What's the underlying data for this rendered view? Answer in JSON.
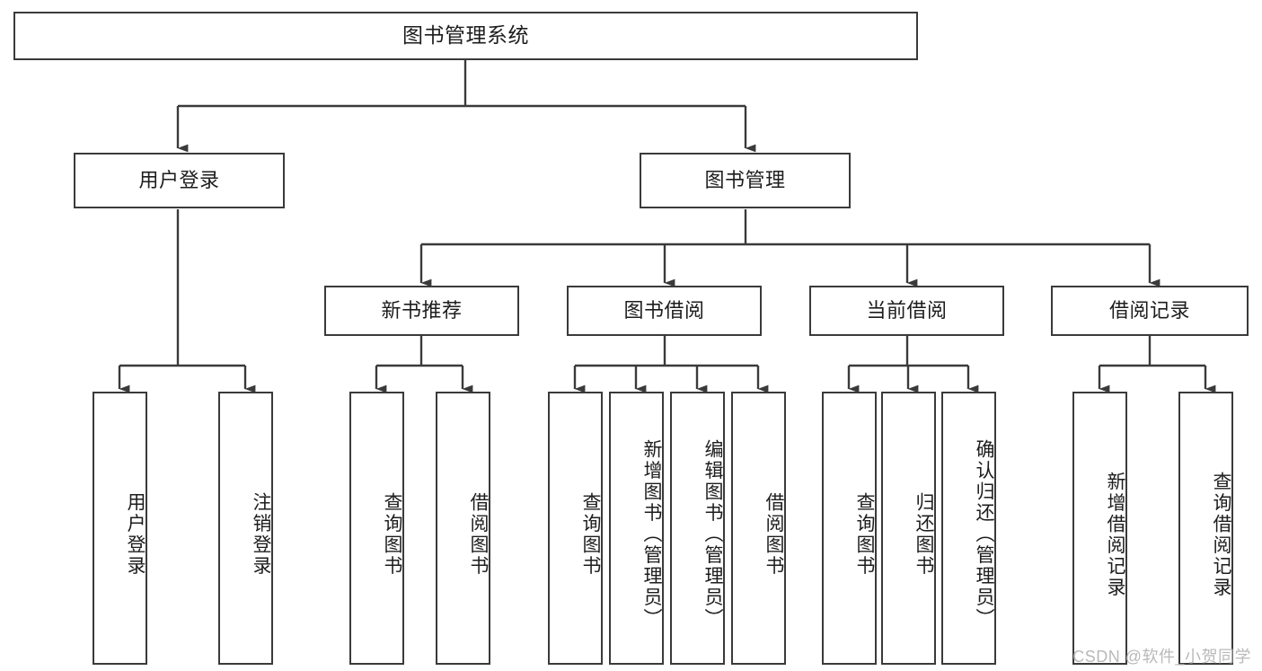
{
  "diagram": {
    "title": "图书管理系统",
    "type": "tree-hierarchy",
    "orientation": "top-down",
    "colors": {
      "stroke": "#3a3a3a",
      "fill": "#ffffff",
      "text": "#1d1d1d",
      "watermark": "#b9b9b9"
    },
    "root": {
      "label": "图书管理系统"
    },
    "level2": [
      {
        "label": "用户登录"
      },
      {
        "label": "图书管理"
      }
    ],
    "level3": [
      {
        "label": "新书推荐"
      },
      {
        "label": "图书借阅"
      },
      {
        "label": "当前借阅"
      },
      {
        "label": "借阅记录"
      }
    ],
    "leaves": {
      "user_login": [
        {
          "label": "用户登录"
        },
        {
          "label": "注销登录"
        }
      ],
      "new_book_recommend": [
        {
          "label": "查询图书"
        },
        {
          "label": "借阅图书"
        }
      ],
      "book_borrow": [
        {
          "label": "查询图书"
        },
        {
          "label": "新增图书（管理员）"
        },
        {
          "label": "编辑图书（管理员）"
        },
        {
          "label": "借阅图书"
        }
      ],
      "current_borrow": [
        {
          "label": "查询图书"
        },
        {
          "label": "归还图书"
        },
        {
          "label": "确认归还（管理员）"
        }
      ],
      "borrow_record": [
        {
          "label": "新增借阅记录"
        },
        {
          "label": "查询借阅记录"
        }
      ]
    }
  },
  "watermark": {
    "text": "CSDN @软件_小贺同学"
  }
}
